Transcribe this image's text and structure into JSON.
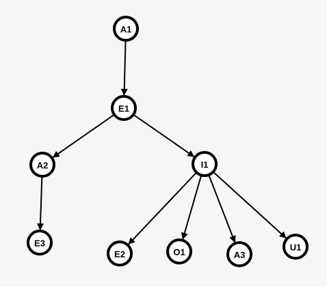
{
  "diagram": {
    "type": "tree",
    "nodes": [
      {
        "id": "A1",
        "label": "A1"
      },
      {
        "id": "E1",
        "label": "E1"
      },
      {
        "id": "A2",
        "label": "A2"
      },
      {
        "id": "I1",
        "label": "I1"
      },
      {
        "id": "E3",
        "label": "E3"
      },
      {
        "id": "E2",
        "label": "E2"
      },
      {
        "id": "O1",
        "label": "O1"
      },
      {
        "id": "A3",
        "label": "A3"
      },
      {
        "id": "U1",
        "label": "U1"
      }
    ],
    "edges": [
      {
        "from": "A1",
        "to": "E1"
      },
      {
        "from": "E1",
        "to": "A2"
      },
      {
        "from": "E1",
        "to": "I1"
      },
      {
        "from": "A2",
        "to": "E3"
      },
      {
        "from": "I1",
        "to": "E2"
      },
      {
        "from": "I1",
        "to": "O1"
      },
      {
        "from": "I1",
        "to": "A3"
      },
      {
        "from": "I1",
        "to": "U1"
      }
    ]
  },
  "colors": {
    "background": "#f6f6f6",
    "node_fill": "#ffffff",
    "stroke": "#000000",
    "text": "#000000"
  }
}
